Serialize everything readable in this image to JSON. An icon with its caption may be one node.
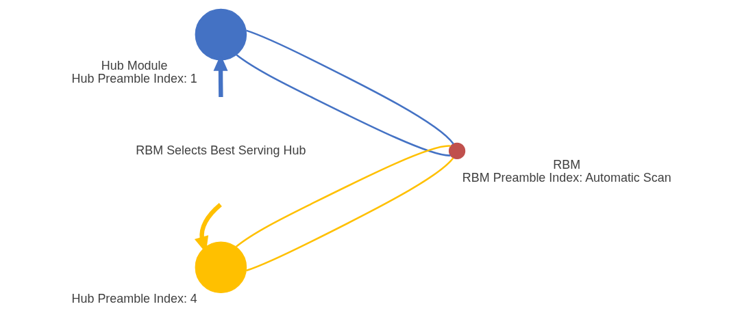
{
  "diagram": {
    "nodes": [
      {
        "text": [],
        "shape": "circle",
        "beside": [
          "Hub Module",
          "Hub Preamble Index: 1"
        ]
      },
      {
        "text": [],
        "shape": "circle",
        "beside": [
          "Hub Preamble Index: 4"
        ]
      },
      {
        "text": [],
        "shape": "circle",
        "beside": [
          "RBM",
          "RBM Preamble Index: Automatic Scan"
        ]
      }
    ],
    "edges": [
      {
        "from": 0,
        "to": 2,
        "arrow": "none",
        "color": "#4472c4"
      },
      {
        "from": 0,
        "to": 2,
        "arrow": "none",
        "color": "#4472c4"
      },
      {
        "from": 1,
        "to": 2,
        "arrow": "none",
        "color": "#ffc000"
      },
      {
        "from": 1,
        "to": 2,
        "arrow": "none",
        "color": "#ffc000"
      },
      {
        "from": null,
        "to": 0,
        "arrow": "to",
        "style": "thick",
        "color": "#4472c4"
      },
      {
        "from": null,
        "to": 1,
        "arrow": "to",
        "style": "thick",
        "color": "#ffc000"
      }
    ],
    "labels": [
      "RBM Selects Best Serving Hub"
    ]
  }
}
